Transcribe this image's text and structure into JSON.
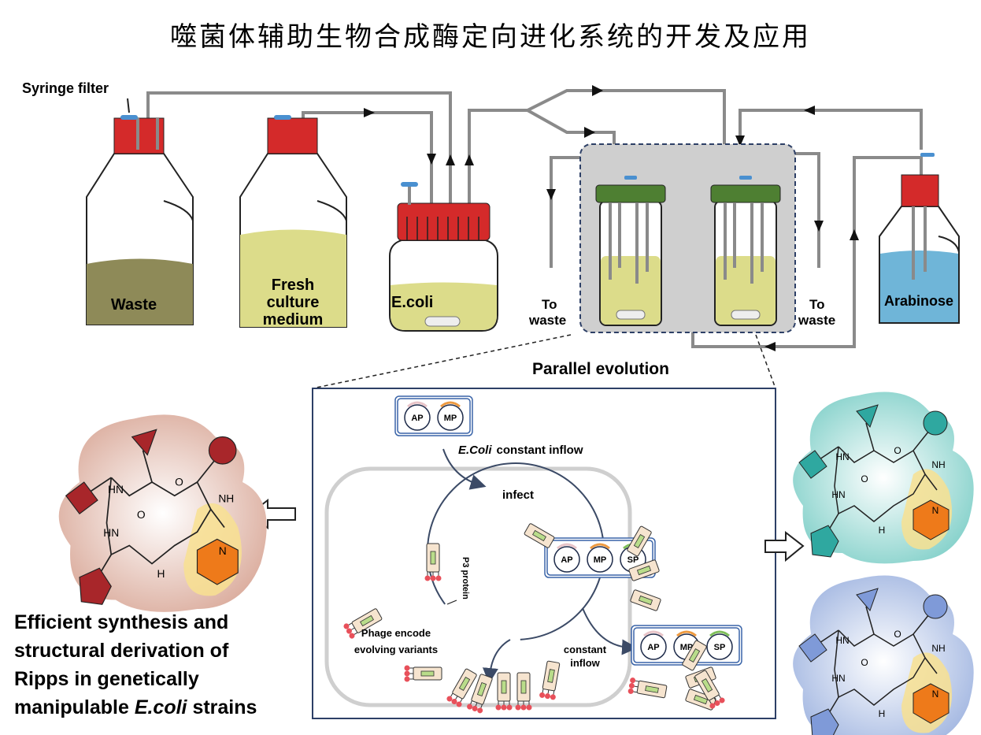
{
  "title": "噬菌体辅助生物合成酶定向进化系统的开发及应用",
  "apparatus": {
    "syringe_filter_label": "Syringe filter",
    "waste_label": "Waste",
    "fresh_label_lines": [
      "Fresh",
      "culture",
      "medium"
    ],
    "ecoli_label": "E.coli",
    "to_waste_left": [
      "To",
      "waste"
    ],
    "to_waste_right": [
      "To",
      "waste"
    ],
    "arabinose_label": "Arabinose",
    "parallel_label": "Parallel evolution"
  },
  "cycle": {
    "ecoli_inflow_italic": "E.Coli",
    "ecoli_inflow_rest": "constant inflow",
    "infect_label": "infect",
    "p3_label": "P3 protein",
    "phage_label_lines": [
      "Phage encode",
      "evolving variants"
    ],
    "constant_inflow_lines": [
      "constant",
      "inflow"
    ],
    "plasmids": [
      "AP",
      "MP",
      "SP"
    ]
  },
  "caption": {
    "lines": [
      "Efficient synthesis and",
      "structural derivation of",
      "Ripps in genetically"
    ],
    "last_line_start": "manipulable ",
    "last_line_italic": "E.coli",
    "last_line_end": " strains"
  },
  "molecule_labels": {
    "nh": "NH",
    "hn": "HN",
    "h": "H",
    "n": "N",
    "o": "O"
  },
  "colors": {
    "cap_red": "#d42a2a",
    "cap_green": "#4e7f32",
    "filter_blue": "#4a90d0",
    "waste_liquid": "#8e8a58",
    "medium_liquid": "#dcdc8a",
    "arabinose_liquid": "#6fb5d8",
    "tube_gray": "#8a8a8a",
    "panel_gray": "#cfcfcf",
    "mol_left_bg": "#d9a898",
    "mol_right_top_bg": "#7fcfc8",
    "mol_right_bottom_bg": "#9fb4e0",
    "pyridine_orange": "#ee7a1a",
    "phage_red": "#e8505a"
  }
}
